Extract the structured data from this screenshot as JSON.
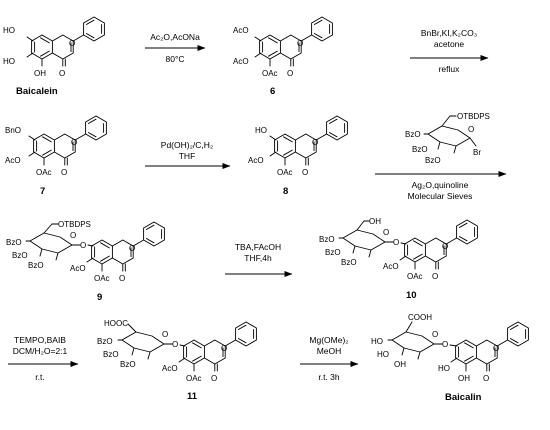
{
  "labels": {
    "HO": "HO",
    "OH": "OH",
    "O": "O",
    "AcO": "AcO",
    "OAc": "OAc",
    "BnO": "BnO",
    "OTBDPS": "OTBDPS",
    "BzO": "BzO",
    "Br": "Br",
    "COOH": "COOH",
    "HOOC": "HOOC"
  },
  "compounds": {
    "baicalein": "Baicalein",
    "c6": "6",
    "c7": "7",
    "c8": "8",
    "c9": "9",
    "c10": "10",
    "c11": "11",
    "baicalin": "Baicalin"
  },
  "steps": {
    "s1_top": "Ac₂O,AcONa",
    "s1_bottom": "80°C",
    "s2_top1": "BnBr,KI,K₂CO₃",
    "s2_top2": "acetone",
    "s2_bottom": "reflux",
    "s3_top": "Pd(OH)₂/C,H₂",
    "s3_bottom": "THF",
    "s4_bottom1": "Ag₂O,quinoline",
    "s4_bottom2": "Molecular Sieves",
    "s5_top1": "TBA,FAcOH",
    "s5_top2": "THF,4h",
    "s6_top1": "TEMPO,BAIB",
    "s6_top2": "DCM/H₂O=2:1",
    "s6_bottom": "r.t.",
    "s7_top1": "Mg(OMe)₂",
    "s7_top2": "MeOH",
    "s7_bottom": "r.t. 3h"
  }
}
